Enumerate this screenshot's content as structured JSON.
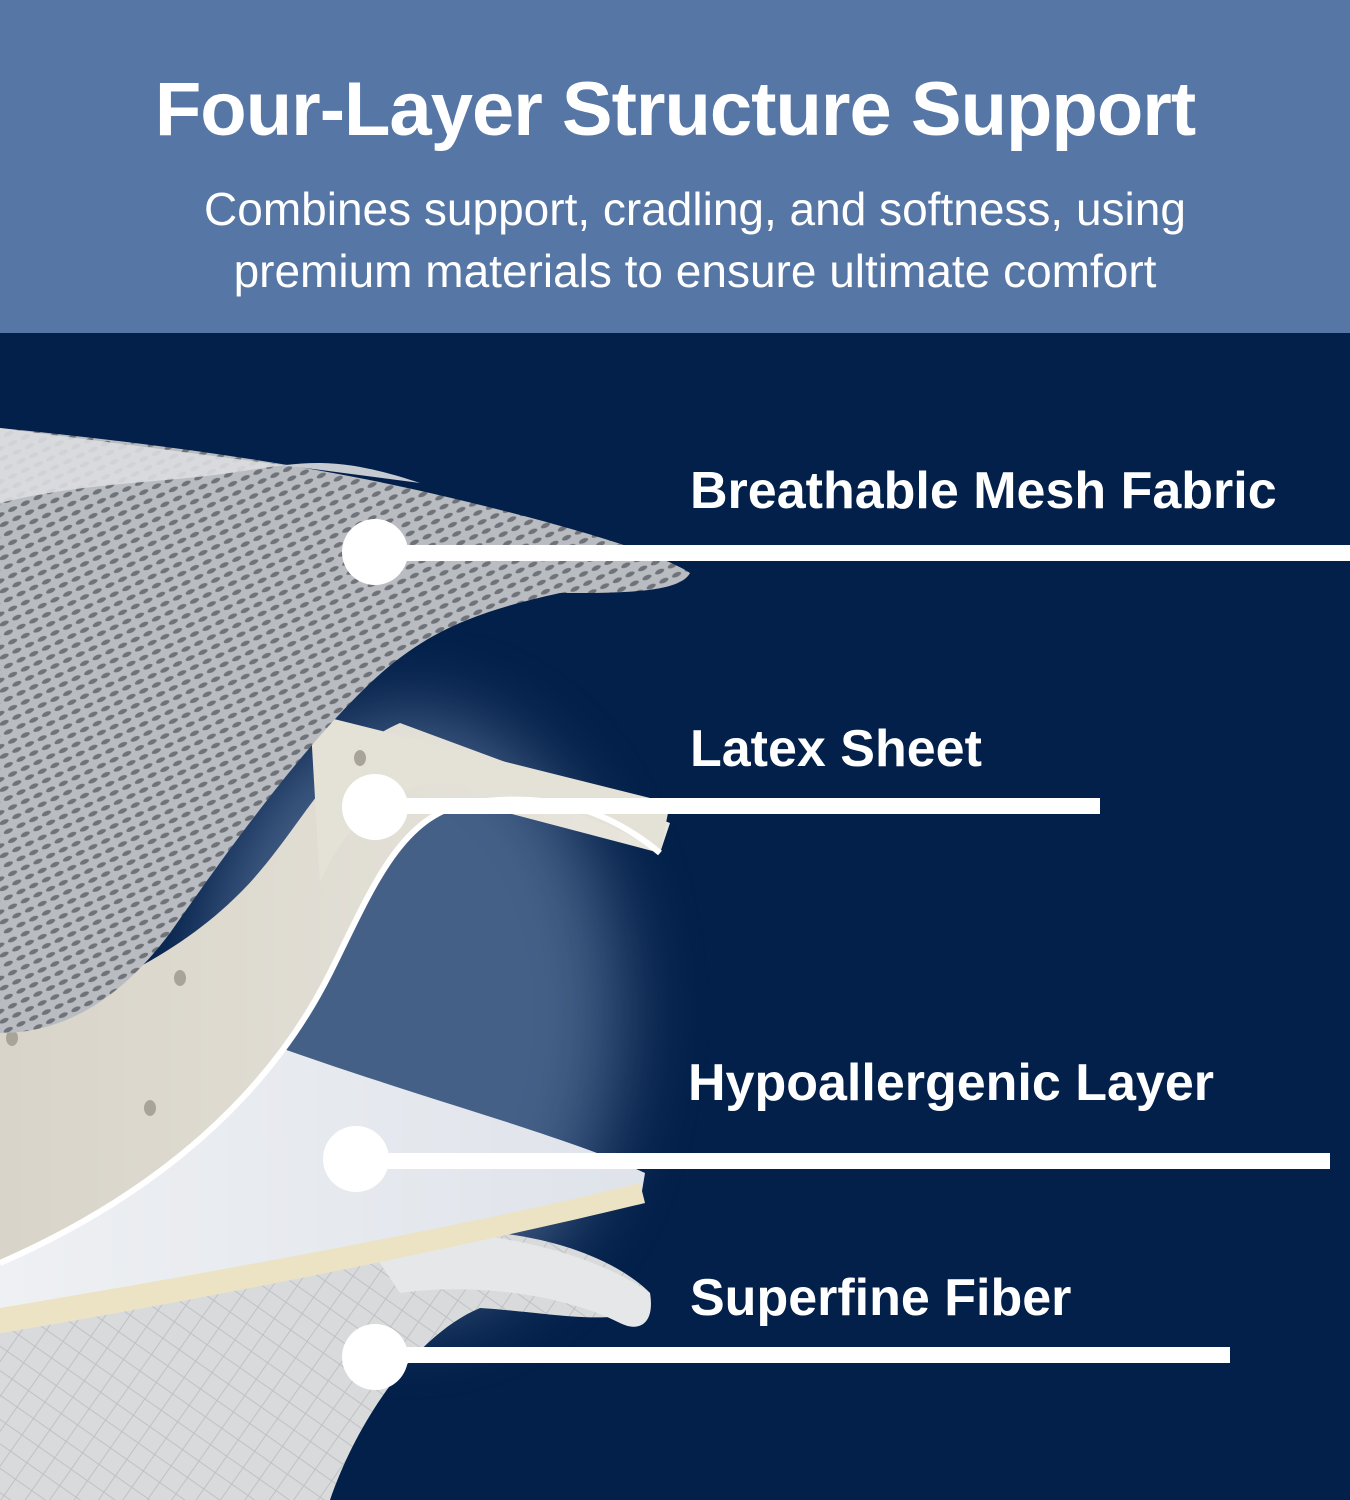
{
  "header": {
    "title": "Four-Layer Structure Support",
    "subtitle_line1": "Combines support, cradling, and softness, using",
    "subtitle_line2": "premium materials to ensure ultimate comfort"
  },
  "layers": [
    {
      "label": "Breathable Mesh Fabric"
    },
    {
      "label": "Latex Sheet"
    },
    {
      "label": "Hypoallergenic Layer"
    },
    {
      "label": "Superfine Fiber"
    }
  ],
  "colors": {
    "header_bg": "#5676a5",
    "main_bg": "#03204a",
    "text": "#ffffff"
  }
}
